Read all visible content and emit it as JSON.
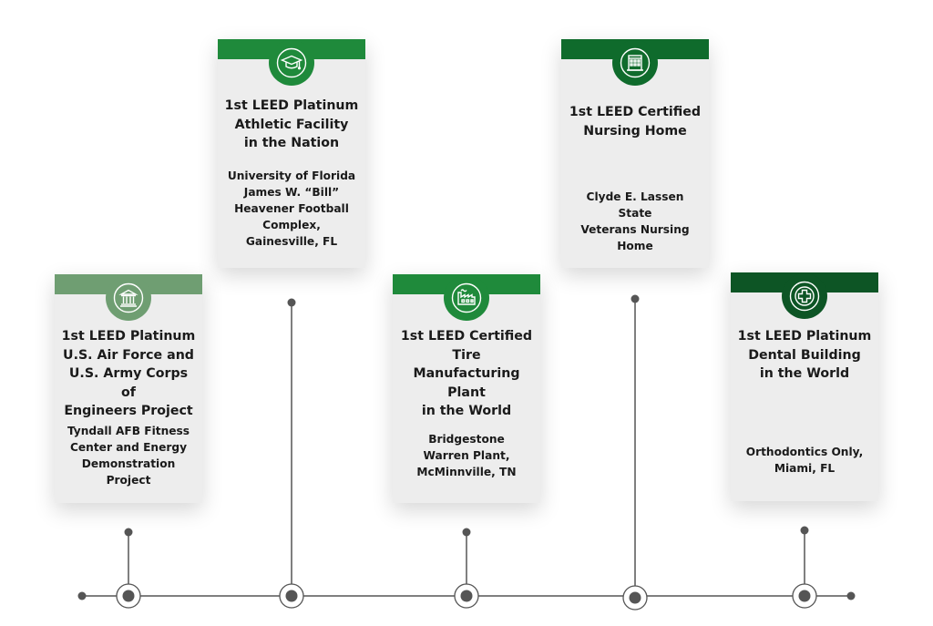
{
  "milestones": [
    {
      "title_lines": [
        "1st LEED Platinum",
        "U.S. Air Force and",
        "U.S. Army Corps of",
        "Engineers Project"
      ],
      "subtitle_lines": [
        "Tyndall AFB Fitness",
        "Center and Energy",
        "Demonstration",
        "Project"
      ],
      "icon": "government-building-icon",
      "bar_color": "#6f9e72"
    },
    {
      "title_lines": [
        "1st LEED Platinum",
        "Athletic Facility",
        "in the Nation"
      ],
      "subtitle_lines": [
        "University of Florida",
        "James W. “Bill”",
        "Heavener Football",
        "Complex,",
        "Gainesville, FL"
      ],
      "icon": "graduation-cap-icon",
      "bar_color": "#1f8a3b"
    },
    {
      "title_lines": [
        "1st LEED Certified",
        "Tire Manufacturing",
        "Plant",
        "in the World"
      ],
      "subtitle_lines": [
        "Bridgestone",
        "Warren Plant,",
        "McMinnville, TN"
      ],
      "icon": "factory-icon",
      "bar_color": "#1f8a3b"
    },
    {
      "title_lines": [
        "1st LEED Certified",
        "Nursing Home"
      ],
      "subtitle_lines": [
        "Clyde E. Lassen State",
        "Veterans Nursing",
        "Home"
      ],
      "icon": "nursing-home-building-icon",
      "bar_color": "#0f6b2c"
    },
    {
      "title_lines": [
        "1st LEED Platinum",
        "Dental Building",
        "in the World"
      ],
      "subtitle_lines": [
        "Orthodontics Only,",
        "Miami, FL"
      ],
      "icon": "medical-cross-icon",
      "bar_color": "#0d5525"
    }
  ],
  "colors": {
    "timeline": "#555555",
    "card_background": "#ededed"
  }
}
